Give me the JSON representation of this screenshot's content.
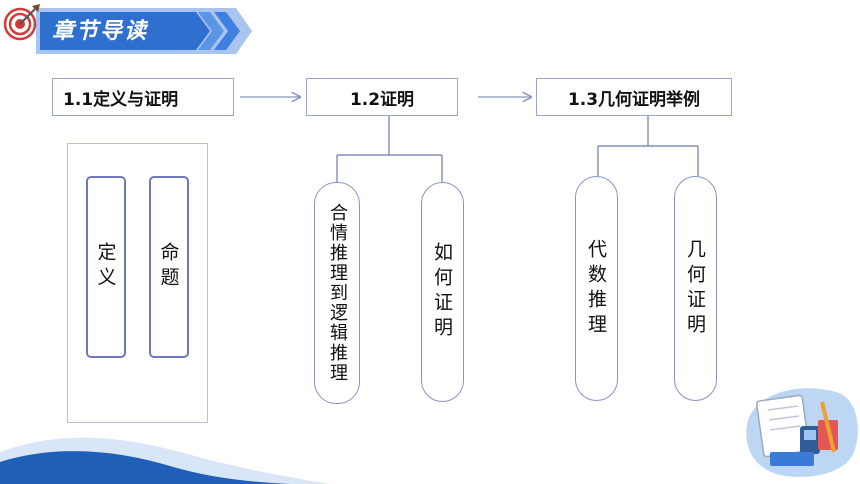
{
  "header": {
    "title": "章节导读"
  },
  "sections": [
    {
      "label": "1.1定义与证明",
      "children": [
        "定义",
        "命题"
      ]
    },
    {
      "label": "1.2证明",
      "children": [
        "合情推理到逻辑推理",
        "如何证明"
      ]
    },
    {
      "label": "1.3几何证明举例",
      "children": [
        "代数推理",
        "几何证明"
      ]
    }
  ],
  "colors": {
    "banner_blue": "#3a7bd5",
    "box_border": "#9aa5c8",
    "arrow_gray": "#8a93b8",
    "wave_blue": "#1f5fb8"
  },
  "icons": [
    "target-icon",
    "notebook-illustration-icon"
  ]
}
